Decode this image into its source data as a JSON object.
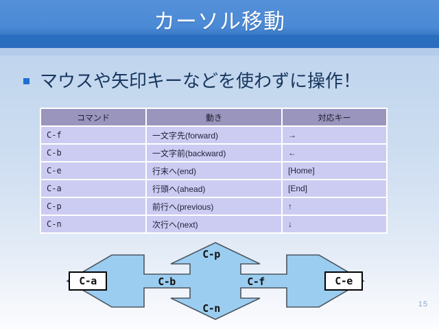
{
  "slide": {
    "title": "カーソル移動",
    "page_number": "15",
    "accent_color": "#2a6cbd",
    "bullet_color": "#1f6fd0",
    "table_header_color": "#9a95bd",
    "table_body_color": "#ccccf2",
    "arrow_fill_color": "#9bcdf0",
    "arrow_stroke_color": "#4a5560"
  },
  "bullet": {
    "marker": "square-bullet",
    "text": "マウスや矢印キーなどを使わずに操作！"
  },
  "table": {
    "headers": [
      "コマンド",
      "動き",
      "対応キー"
    ],
    "rows": [
      {
        "command": "C-f",
        "motion": "一文字先(forward)",
        "key": "→"
      },
      {
        "command": "C-b",
        "motion": "一文字前(backward)",
        "key": "←"
      },
      {
        "command": "C-e",
        "motion": "行末へ(end)",
        "key": "[Home]"
      },
      {
        "command": "C-a",
        "motion": "行頭へ(ahead)",
        "key": "[End]"
      },
      {
        "command": "C-p",
        "motion": "前行へ(previous)",
        "key": "↑"
      },
      {
        "command": "C-n",
        "motion": "次行へ(next)",
        "key": "↓"
      }
    ]
  },
  "diagram": {
    "left_box": "C-a",
    "right_box": "C-e",
    "up_label": "C-p",
    "down_label": "C-n",
    "left_label": "C-b",
    "right_label": "C-f"
  }
}
